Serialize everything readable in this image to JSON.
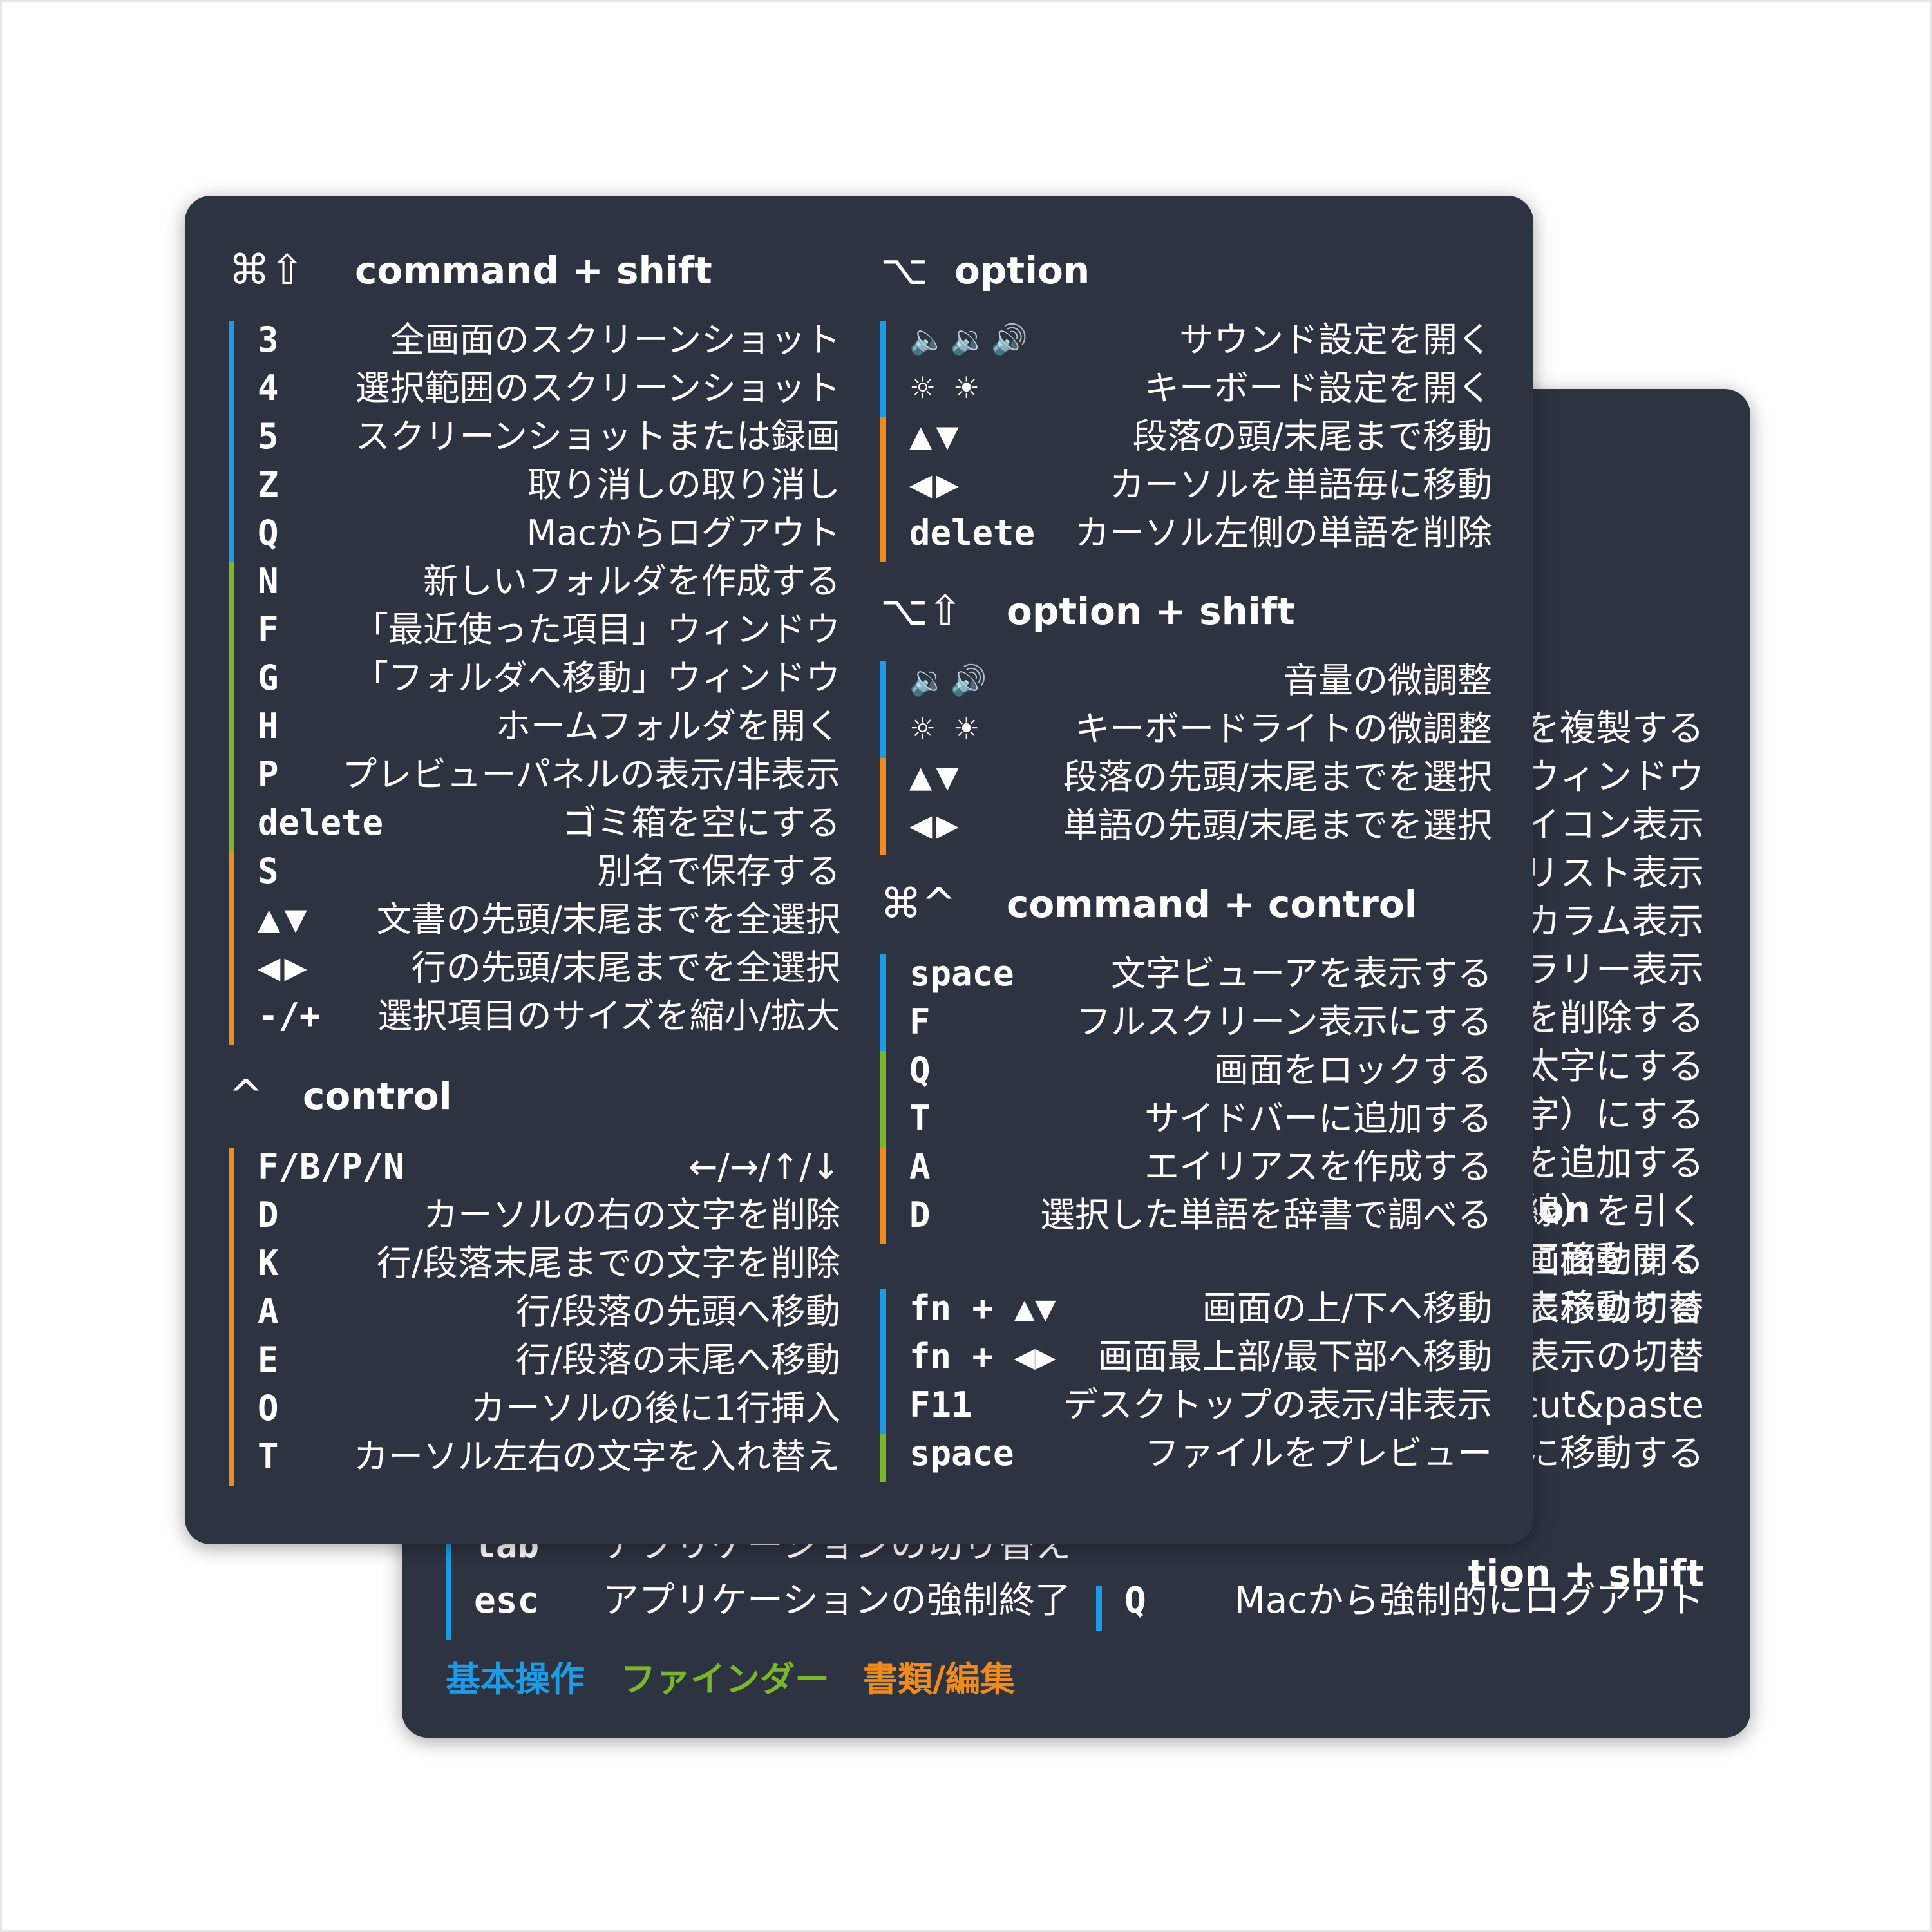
{
  "colors": {
    "card": "#2d3340",
    "blue": "#1e9be6",
    "green": "#7cb62a",
    "orange": "#f08a1c"
  },
  "back": {
    "right_lines": [
      "を複製する",
      "ウィンドウ",
      "イコン表示",
      "リスト表示",
      "カラム表示",
      "ラリー表示",
      "を削除する",
      "太字にする",
      "字）にする",
      "を追加する",
      "線）を引く",
      "に移動する",
      "に移動する"
    ],
    "section2_title": "on",
    "right_lines2": [
      "画面を開く",
      "表示の切替",
      "表示の切替",
      "cut&paste",
      "に移動する"
    ],
    "section3_title": "tion + shift",
    "bottom_left": [
      {
        "key": "tab",
        "text": "アプリケーションの切り替え"
      },
      {
        "key": "esc",
        "text": "アプリケーションの強制終了"
      }
    ],
    "bottom_right": {
      "key": "Q",
      "text": "Macから強制的にログアウト"
    },
    "legend": {
      "basic": "基本操作",
      "finder": "ファインダー",
      "edit": "書類/編集"
    }
  },
  "front": {
    "cmd_shift": {
      "symbol": "⌘⇧",
      "title": "command + shift",
      "rows": [
        {
          "key": "3",
          "desc": "全画面のスクリーンショット"
        },
        {
          "key": "4",
          "desc": "選択範囲のスクリーンショット"
        },
        {
          "key": "5",
          "desc": "スクリーンショットまたは録画"
        },
        {
          "key": "Z",
          "desc": "取り消しの取り消し"
        },
        {
          "key": "Q",
          "desc": "Macからログアウト"
        },
        {
          "key": "N",
          "desc": "新しいフォルダを作成する"
        },
        {
          "key": "F",
          "desc": "「最近使った項目」ウィンドウ"
        },
        {
          "key": "G",
          "desc": "「フォルダへ移動」ウィンドウ"
        },
        {
          "key": "H",
          "desc": "ホームフォルダを開く"
        },
        {
          "key": "P",
          "desc": "プレビューパネルの表示/非表示"
        },
        {
          "key": "delete",
          "desc": "ゴミ箱を空にする"
        },
        {
          "key": "S",
          "desc": "別名で保存する"
        },
        {
          "key": "▲▼",
          "desc": "文書の先頭/末尾までを全選択"
        },
        {
          "key": "◀▶",
          "desc": "行の先頭/末尾までを全選択"
        },
        {
          "key": "-/+",
          "desc": "選択項目のサイズを縮小/拡大"
        }
      ]
    },
    "control": {
      "symbol": "^",
      "title": "control",
      "rows": [
        {
          "key": "F/B/P/N",
          "desc": "←/→/↑/↓"
        },
        {
          "key": "D",
          "desc": "カーソルの右の文字を削除"
        },
        {
          "key": "K",
          "desc": "行/段落末尾までの文字を削除"
        },
        {
          "key": "A",
          "desc": "行/段落の先頭へ移動"
        },
        {
          "key": "E",
          "desc": "行/段落の末尾へ移動"
        },
        {
          "key": "O",
          "desc": "カーソルの後に1行挿入"
        },
        {
          "key": "T",
          "desc": "カーソル左右の文字を入れ替え"
        }
      ]
    },
    "option": {
      "symbol": "⌥",
      "title": "option",
      "rows": [
        {
          "key": "🔈🔉🔊",
          "desc": "サウンド設定を開く"
        },
        {
          "key": "☼ ☀",
          "desc": "キーボード設定を開く"
        },
        {
          "key": "▲▼",
          "desc": "段落の頭/末尾まで移動"
        },
        {
          "key": "◀▶",
          "desc": "カーソルを単語毎に移動"
        },
        {
          "key": "delete",
          "desc": "カーソル左側の単語を削除"
        }
      ]
    },
    "option_shift": {
      "symbol": "⌥⇧",
      "title": "option + shift",
      "rows": [
        {
          "key": "🔉🔊",
          "desc": "音量の微調整"
        },
        {
          "key": "☼ ☀",
          "desc": "キーボードライトの微調整"
        },
        {
          "key": "▲▼",
          "desc": "段落の先頭/末尾までを選択"
        },
        {
          "key": "◀▶",
          "desc": "単語の先頭/末尾までを選択"
        }
      ]
    },
    "cmd_control": {
      "symbol": "⌘^",
      "title": "command + control",
      "rows": [
        {
          "key": "space",
          "desc": "文字ビューアを表示する"
        },
        {
          "key": "F",
          "desc": "フルスクリーン表示にする"
        },
        {
          "key": "Q",
          "desc": "画面をロックする"
        },
        {
          "key": "T",
          "desc": "サイドバーに追加する"
        },
        {
          "key": "A",
          "desc": "エイリアスを作成する"
        },
        {
          "key": "D",
          "desc": "選択した単語を辞書で調べる"
        }
      ]
    },
    "fn_rows": [
      {
        "key": "fn + ▲▼",
        "desc": "画面の上/下へ移動"
      },
      {
        "key": "fn + ◀▶",
        "desc": "画面最上部/最下部へ移動"
      },
      {
        "key": "F11",
        "desc": "デスクトップの表示/非表示"
      },
      {
        "key": "space",
        "desc": "ファイルをプレビュー"
      }
    ]
  }
}
